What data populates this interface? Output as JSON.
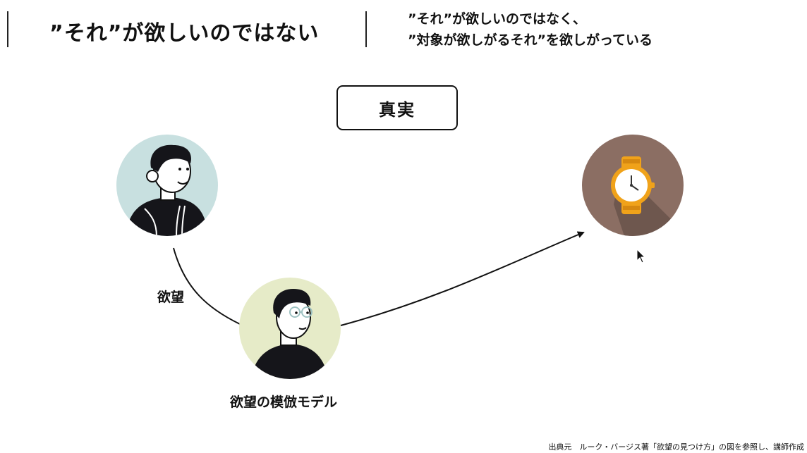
{
  "header": {
    "title": "”それ”が欲しいのではない",
    "subtitle_line1": "”それ”が欲しいのではなく、",
    "subtitle_line2": "”対象が欲しがるそれ”を欲しがっている"
  },
  "diagram": {
    "truth_label": "真実",
    "desire_label": "欲望",
    "model_label": "欲望の模倣モデル"
  },
  "footer": {
    "source": "出典元　ルーク・バージス著「欲望の見つけ方」の図を参照し、講師作成"
  },
  "colors": {
    "subject_bg": "#c8e0e0",
    "model_bg": "#e6ebc8",
    "object_bg": "#8b6e63",
    "watch_gold": "#f0a21a"
  }
}
